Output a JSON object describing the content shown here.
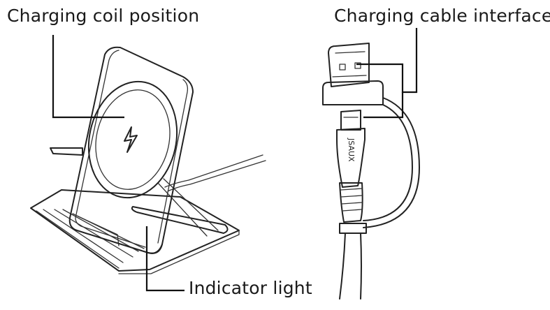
{
  "labels": {
    "coil": "Charging coil position",
    "cable": "Charging cable interface",
    "light": "Indicator light"
  },
  "product": {
    "brand_mark": "JSAUX"
  },
  "icons": {
    "charging_symbol": "lightning-bolt-icon"
  },
  "colors": {
    "line": "#222222",
    "background": "#ffffff"
  }
}
